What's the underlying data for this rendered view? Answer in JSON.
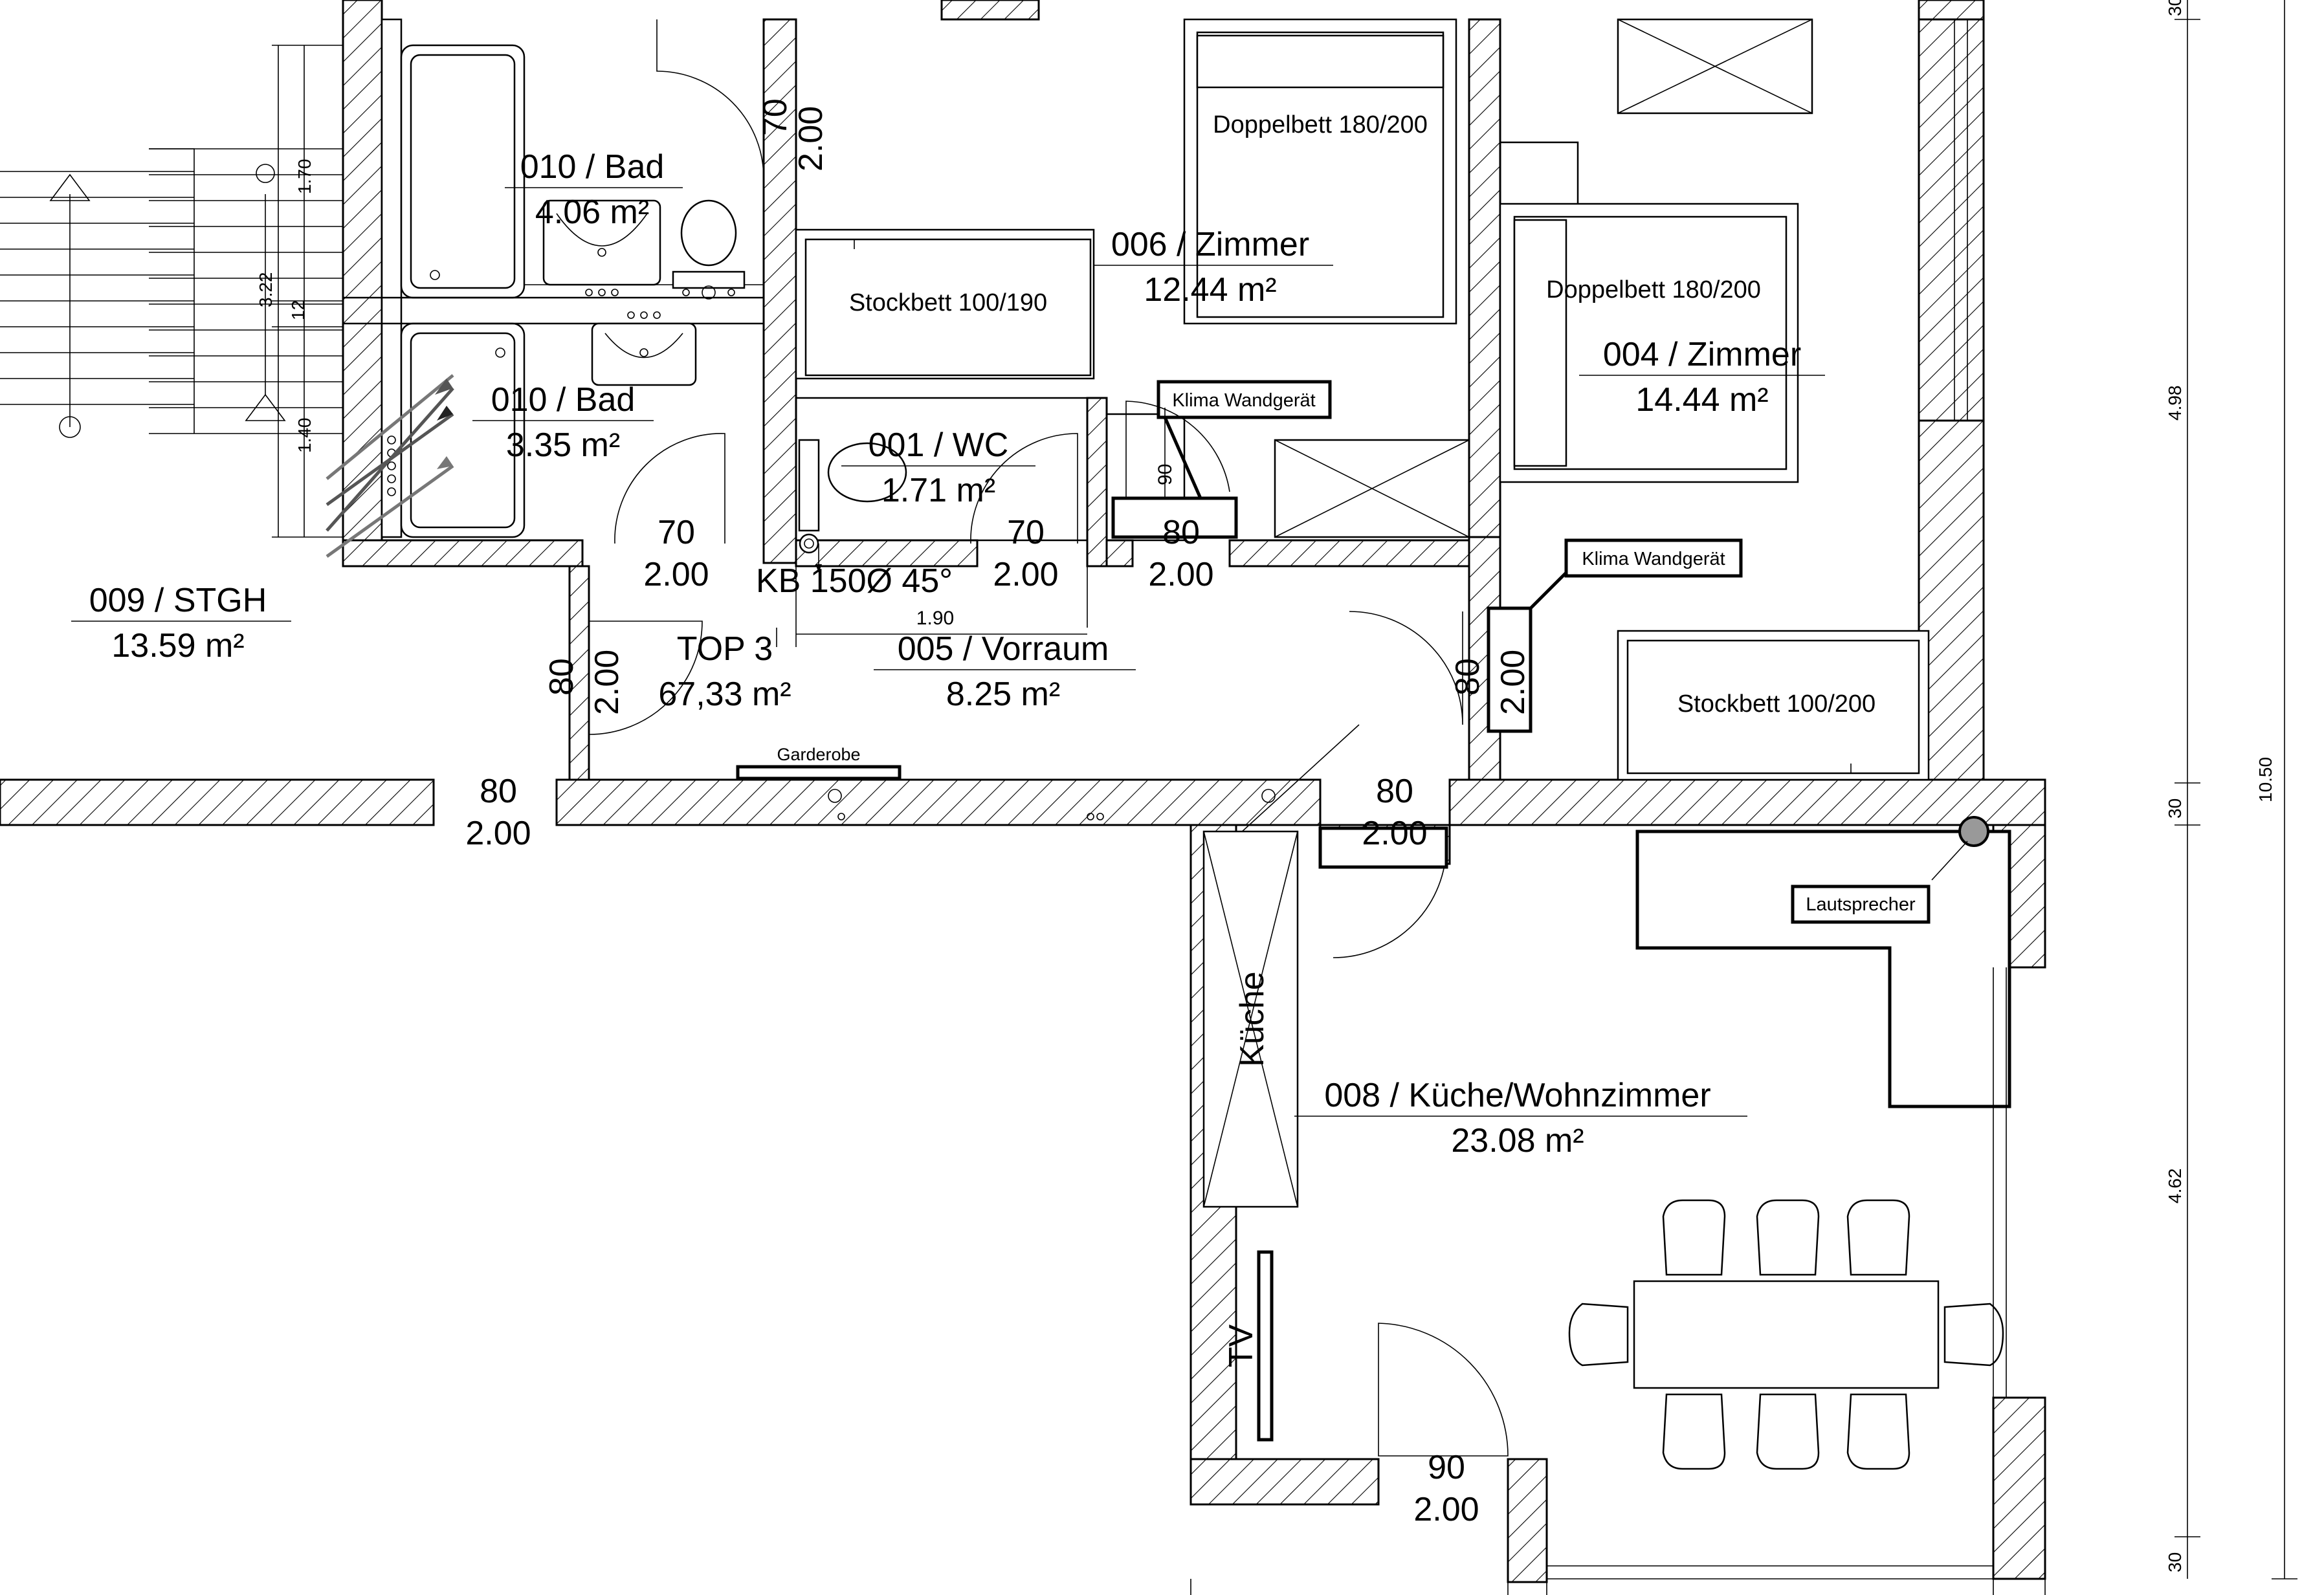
{
  "rooms": {
    "bad_upper": {
      "name": "010 / Bad",
      "area": "4.06 m²"
    },
    "bad_lower": {
      "name": "010 / Bad",
      "area": "3.35 m²"
    },
    "stgh": {
      "name": "009 / STGH",
      "area": "13.59 m²"
    },
    "wc": {
      "name": "001 / WC",
      "area": "1.71 m²"
    },
    "zimmer_006": {
      "name": "006 / Zimmer",
      "area": "12.44 m²"
    },
    "zimmer_004": {
      "name": "004 / Zimmer",
      "area": "14.44 m²"
    },
    "vorraum": {
      "name": "005 / Vorraum",
      "area": "8.25 m²"
    },
    "top": {
      "name": "TOP 3",
      "area": "67,33 m²"
    },
    "kueche_wohn": {
      "name": "008 / Küche/Wohnzimmer",
      "area": "23.08 m²"
    }
  },
  "furniture": {
    "doppelbett_1": "Doppelbett 180/200",
    "doppelbett_2": "Doppelbett 180/200",
    "stockbett_1": "Stockbett 100/190",
    "stockbett_2": "Stockbett 100/200",
    "klima_1": "Klima Wandgerät",
    "klima_2": "Klima Wandgerät",
    "garderobe": "Garderobe",
    "lautsprecher": "Lautsprecher",
    "kueche": "Küche",
    "tv": "TV"
  },
  "vent_label": "KB 150Ø 45°",
  "doors": {
    "d_bad_top": {
      "w": "70",
      "h": "2.00"
    },
    "d_bad_lower": {
      "w": "70",
      "h": "2.00"
    },
    "d_wc": {
      "w": "70",
      "h": "2.00"
    },
    "d_006": {
      "w": "80",
      "h": "2.00"
    },
    "d_stgh": {
      "w": "80",
      "h": "2.00"
    },
    "d_004": {
      "w": "80",
      "h": "2.00"
    },
    "d_entry": {
      "w": "80",
      "h": "2.00"
    },
    "d_wohn": {
      "w": "80",
      "h": "2.00"
    },
    "d_balkon": {
      "w": "90",
      "h": "2.00"
    }
  },
  "dimensions": {
    "stair_1": "1.70",
    "stair_2": "3.22",
    "stair_3": "12",
    "stair_4": "1.40",
    "vorraum_width": "1.90",
    "klima_height": "90",
    "right_30_top": "30",
    "right_498": "4.98",
    "right_30_mid": "30",
    "right_1050": "10.50",
    "right_462": "4.62",
    "right_30_bottom": "30"
  },
  "colors": {
    "line": "#000000",
    "background": "#ffffff",
    "arrow_fill": "#555555"
  }
}
